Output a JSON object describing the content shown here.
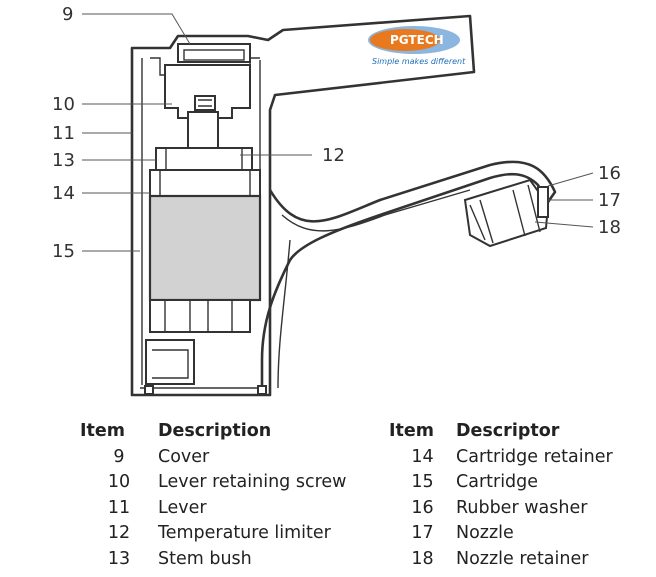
{
  "logo": {
    "brand": "PGTECH",
    "tagline": "Simple makes different"
  },
  "callouts": [
    "9",
    "10",
    "11",
    "12",
    "13",
    "14",
    "15",
    "16",
    "17",
    "18"
  ],
  "table": {
    "headers": {
      "item1": "Item",
      "description": "Description",
      "item2": "Item",
      "descriptor": "Descriptor"
    },
    "rows": [
      {
        "item1": "9",
        "desc1": "Cover",
        "item2": "14",
        "desc2": "Cartridge retainer"
      },
      {
        "item1": "10",
        "desc1": "Lever retaining screw",
        "item2": "15",
        "desc2": "Cartridge"
      },
      {
        "item1": "11",
        "desc1": "Lever",
        "item2": "16",
        "desc2": "Rubber washer"
      },
      {
        "item1": "12",
        "desc1": "Temperature limiter",
        "item2": "17",
        "desc2": "Nozzle"
      },
      {
        "item1": "13",
        "desc1": "Stem bush",
        "item2": "18",
        "desc2": "Nozzle retainer"
      }
    ]
  }
}
